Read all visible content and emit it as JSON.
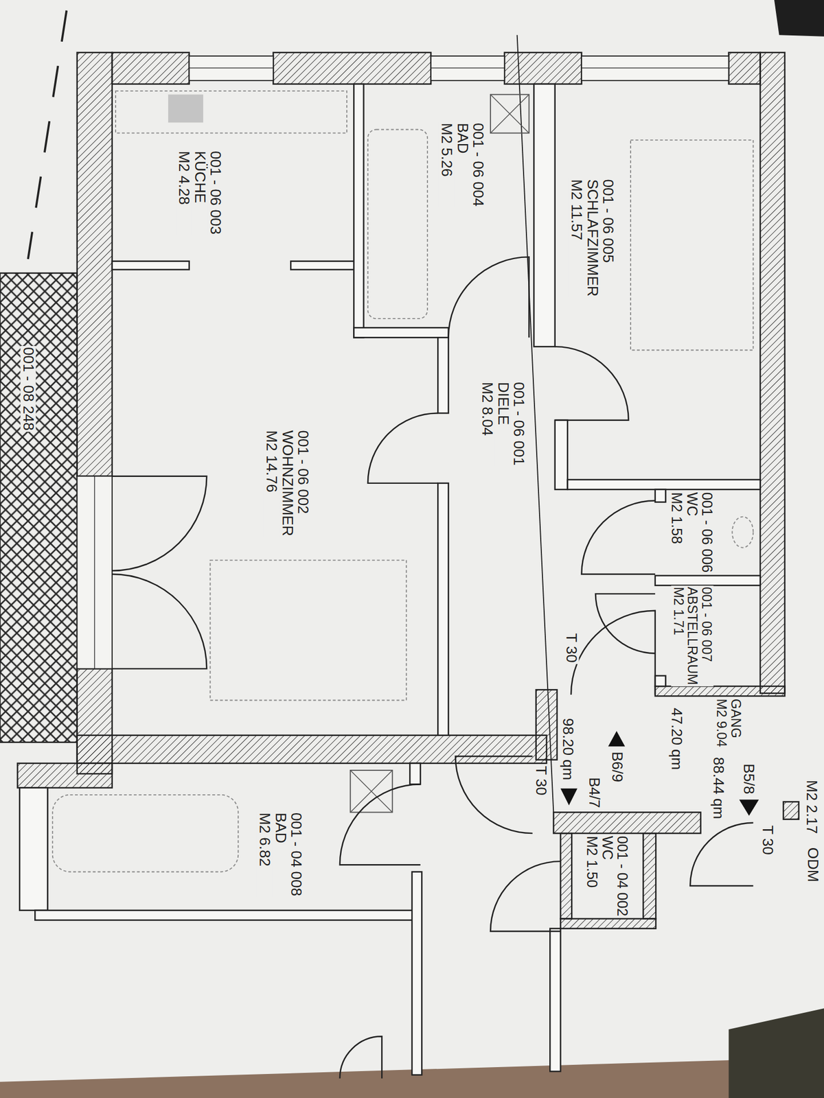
{
  "diagram": {
    "nodes": [
      {
        "text": [
          "001 - 06 003",
          "KÜCHE",
          "M2 4.28"
        ]
      },
      {
        "text": [
          "001 - 06 004",
          "BAD",
          "M2 5.26"
        ]
      },
      {
        "text": [
          "001 - 06 005",
          "SCHLAFZIMMER",
          "M2 11.57"
        ]
      },
      {
        "text": [
          "001 - 06 002",
          "WOHNZIMMER",
          "M2 14.76"
        ]
      },
      {
        "text": [
          "001 - 06 001",
          "DIELE",
          "M2 8.04"
        ]
      },
      {
        "text": [
          "001 - 06 006",
          "WC",
          "M2 1.58"
        ]
      },
      {
        "text": [
          "001 - 06 007",
          "ABSTELLRAUM",
          "M2 1.71"
        ]
      },
      {
        "text": [
          "GANG",
          "M2 9.04"
        ]
      },
      {
        "text": [
          "001 - 04 008",
          "BAD",
          "M2 6.82"
        ]
      },
      {
        "text": [
          "001 - 04 002",
          "WC",
          "M2 1.50"
        ]
      }
    ],
    "labels": [
      "001 - 08 248",
      "T 30",
      "47.20 qm",
      "B5/8",
      "88.44 qm",
      "98.20 qm",
      "B6/9",
      "B4/7",
      "T 30",
      "T 30",
      "M2 2.17",
      "ODM"
    ]
  }
}
